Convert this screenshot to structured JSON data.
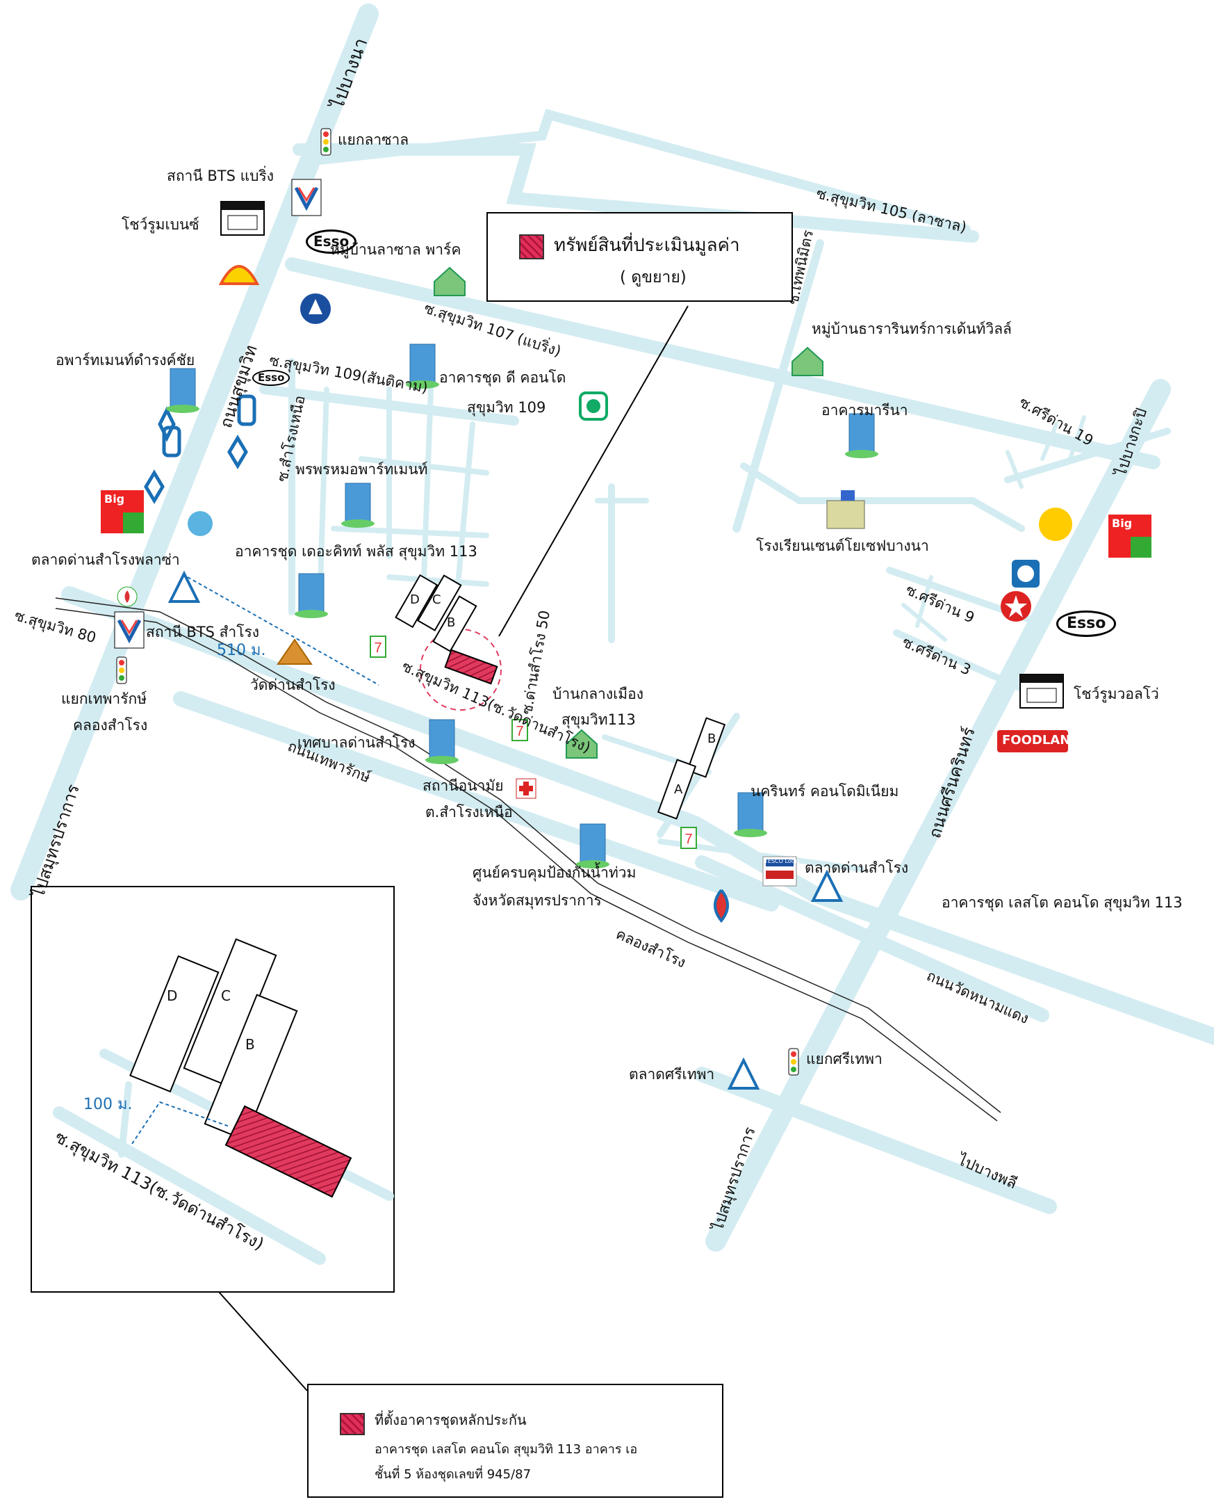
{
  "legend_main": {
    "title": "ทรัพย์สินที่ประเมินมูลค่า",
    "subtitle": "( ดูขยาย)"
  },
  "legend_bottom": {
    "title": "ที่ตั้งอาคารชุดหลักประกัน",
    "line1": "อาคารชุด เลสโต คอนโด สุขุมวิทิ 113 อาคาร เอ",
    "line2": "ชั้นที่ 5  ห้องชุดเลขที่ 945/87"
  },
  "roads": {
    "to_bangna": "ไปบางนา",
    "to_bangkapi": "ไปบางกะปิ",
    "to_samutprakan_left": "ไปสมุทรปราการ",
    "to_samutprakan_bottom": "ไปสมุทรปราการ",
    "to_bangphli": "ไปบางพลี",
    "sukhumvit_rd": "ถนนสุขุมวิท",
    "srinakarin_rd": "ถนนศรีนครินทร์",
    "theparak_rd": "ถนนเทพารักษ์",
    "wat_nam_daeng_rd": "ถนนวัดหนามแดง",
    "soi_105": "ซ.สุขุมวิท 105 (ลาซาล)",
    "soi_107": "ซ.สุขุมวิท 107 (แบริ่ง)",
    "soi_109": "ซ.สุขุมวิท 109(สันติคาม)",
    "soi_113": "ซ.สุขุมวิท 113(ซ.วัดด่านสำโรง)",
    "soi_80": "ซ.สุขุมวิท 80",
    "soi_samrong_nuea": "ซ.สำโรงเหนือ",
    "soi_theppanimit": "ซ.เทพนิมิตร",
    "soi_danssamrong50": "ซ.ด่านสำโรง 50",
    "soi_sridan19": "ซ.ศรีด่าน 19",
    "soi_sridan9": "ซ.ศรีด่าน 9",
    "soi_sridan3": "ซ.ศรีด่าน 3",
    "khlong_samrong": "คลองสำโรง"
  },
  "places": {
    "lasalle_junction": "แยกลาซาล",
    "bts_bearing": "สถานี BTS แบริ่ง",
    "benz_showroom": "โชว์รูมเบนซ์",
    "lasalle_park": "หมู่บ้านลาซาล พาร์ค",
    "damrongchai_apt": "อพาร์ทเมนท์ดำรงค์ชัย",
    "d_condo": "อาคารชุด ดี คอนโด",
    "d_condo2": "สุขุมวิท 109",
    "porpromorm": "พรพรหมอพาร์ทเมนท์",
    "the_kith": "อาคารชุด เดอะคิทท์ พลัส สุขุมวิท 113",
    "dansamrong_plaza": "ตลาดด่านสำโรงพลาซ่า",
    "bts_samrong": "สถานี BTS สำโรง",
    "distance_510": "510 ม.",
    "wat_dansamrong": "วัดด่านสำโรง",
    "theparak_junction": "แยกเทพารักษ์",
    "khlong_samrong_lbl": "คลองสำโรง",
    "thararin": "หมู่บ้านธารารินทร์การเด้นท์วิลล์",
    "marina": "อาคารมารีนา",
    "st_joseph": "โรงเรียนเซนต์โยเซฟบางนา",
    "ban_klang_muang": "บ้านกลางเมือง",
    "ban_klang_muang2": "สุขุมวิท113",
    "municipality": "เทศบาลด่านสำโรง",
    "health_station": "สถานีอนามัย",
    "health_station2": "ต.สำโรงเหนือ",
    "flood_center": "ศูนย์ครบคุมป้องกันน้ำท่วม",
    "flood_center2": "จังหวัดสมุทรปราการ",
    "nakarin_condo": "นครินทร์ คอนโดมิเนียม",
    "dansamrong_market": "ตลาดด่านสำโรง",
    "lesto_condo": "อาคารชุด เลสโต คอนโด สุขุมวิท 113",
    "volvo_showroom": "โชว์รูมวอลโว่",
    "srithepha_market": "ตลาดศรีเทพา",
    "srithepha_junction": "แยกศรีเทพา"
  },
  "brands": {
    "esso": "Esso",
    "big": "Big",
    "foodland": "FOODLAND",
    "tesco": "TESCO Lotus"
  },
  "buildings": {
    "a": "A",
    "b": "B",
    "c": "C",
    "d": "D"
  },
  "inset": {
    "distance": "100 ม.",
    "road": "ซ.สุขุมวิท 113(ซ.วัดด่านสำโรง)"
  },
  "colors": {
    "road": "#cfeaf0",
    "road_edge": "#9fd0db",
    "target": "#d92a52",
    "text_blue": "#1b6fb5"
  }
}
